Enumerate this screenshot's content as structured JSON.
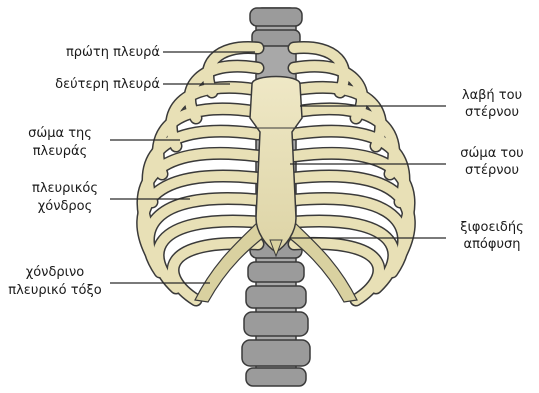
{
  "labels": {
    "first_rib": "πρώτη πλευρά",
    "second_rib": "δεύτερη πλευρά",
    "rib_body_1": "σώμα της",
    "rib_body_2": "πλευράς",
    "costal_cart_1": "πλευρικός",
    "costal_cart_2": "χόνδρος",
    "costal_arch_1": "χόνδρινο",
    "costal_arch_2": "πλευρικό τόξο",
    "manubrium_1": "λαβή του",
    "manubrium_2": "στέρνου",
    "sternum_body_1": "σώμα του",
    "sternum_body_2": "στέρνου",
    "xiphoid_1": "ξιφοειδής",
    "xiphoid_2": "απόφυση"
  },
  "colors": {
    "bone": "#e8e0b6",
    "cartilage": "#d9d1a0",
    "outline": "#3a3a3a",
    "spine": "#8c8c8c",
    "leader": "#2a2a2a"
  }
}
